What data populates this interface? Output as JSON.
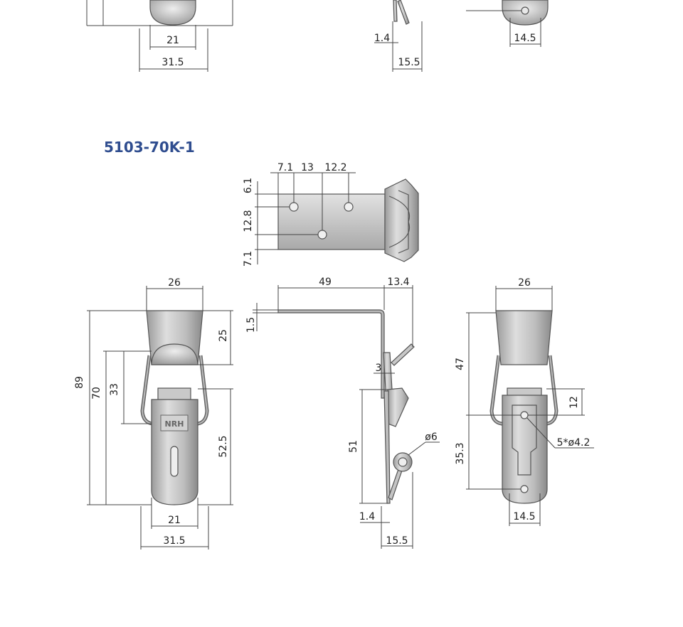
{
  "colors": {
    "title": "#2f4d8f",
    "metal_light": "#d7d7d7",
    "metal_dark": "#8e8e8e",
    "outline": "#555555",
    "dimension_line": "#444444"
  },
  "top_partial": {
    "front_view": {
      "labels": [
        "21",
        "31.5"
      ]
    },
    "side_view": {
      "labels": [
        "1.4",
        "15.5"
      ]
    },
    "rear_view": {
      "labels": [
        "14.5"
      ]
    }
  },
  "model": {
    "title": "5103-70K-1",
    "top_view": {
      "labels": [
        "7.1",
        "13",
        "12.2",
        "6.1",
        "12.8",
        "7.1"
      ]
    },
    "front_view": {
      "labels": [
        "26",
        "25",
        "89",
        "70",
        "33",
        "52.5",
        "21",
        "31.5"
      ],
      "logo_text": "NRH"
    },
    "side_view": {
      "labels": [
        "49",
        "13.4",
        "1.5",
        "3",
        "ø6",
        "51",
        "1.4",
        "15.5"
      ]
    },
    "rear_view": {
      "labels": [
        "26",
        "47",
        "12",
        "5*ø4.2",
        "35.3",
        "14.5"
      ]
    }
  }
}
